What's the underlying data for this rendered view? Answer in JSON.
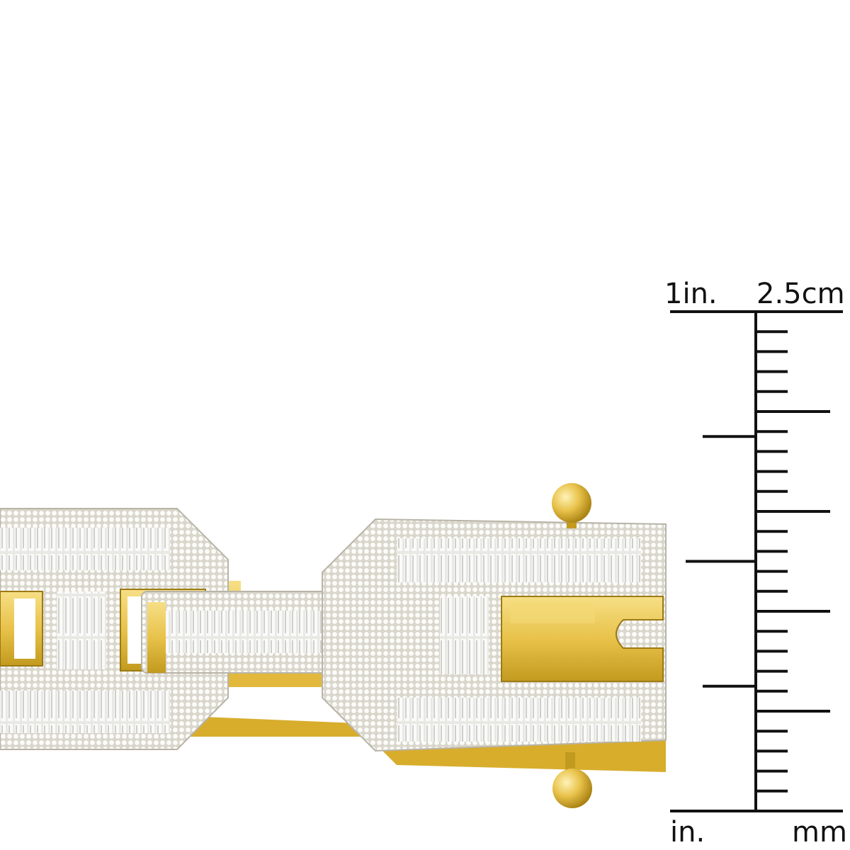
{
  "ruler": {
    "inch_label_top": "1in.",
    "cm_label_top": "2.5cm",
    "inch_label_bottom": "in.",
    "mm_label_bottom": "mm"
  },
  "colors": {
    "background": "#ffffff",
    "ink": "#111111",
    "gold": "#e8c24a",
    "gold_dark": "#c29a1e",
    "gold_light": "#f6df86",
    "diamond": "#f2f2f0",
    "diamond_shade": "#c9c9c4"
  },
  "icons": {
    "bracelet": "diamond-link-bracelet",
    "clasp": "box-clasp"
  }
}
